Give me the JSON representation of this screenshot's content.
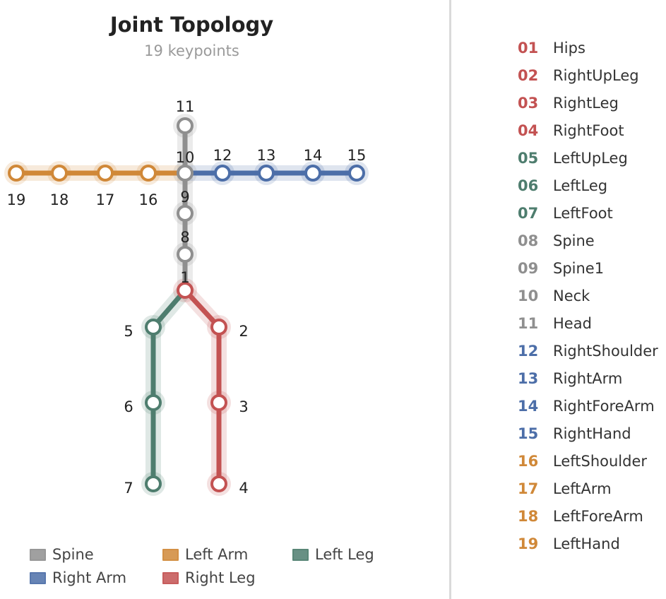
{
  "title": "Joint Topology",
  "subtitle": "19 keypoints",
  "colors": {
    "spine": "#8f8f8f",
    "left_arm": "#d08838",
    "left_leg": "#4e7d6e",
    "right_arm": "#4c6ea8",
    "right_leg": "#c35252"
  },
  "legend": [
    {
      "label": "Spine",
      "color": "#8f8f8f"
    },
    {
      "label": "Left Arm",
      "color": "#d08838"
    },
    {
      "label": "Left Leg",
      "color": "#4e7d6e"
    },
    {
      "label": "Right Arm",
      "color": "#4c6ea8"
    },
    {
      "label": "Right Leg",
      "color": "#c35252"
    }
  ],
  "groups": [
    {
      "key": "spine",
      "joints": [
        "1",
        "8",
        "9",
        "10",
        "11"
      ]
    },
    {
      "key": "right_arm",
      "joints": [
        "10",
        "12",
        "13",
        "14",
        "15"
      ]
    },
    {
      "key": "left_arm",
      "joints": [
        "10",
        "16",
        "17",
        "18",
        "19"
      ]
    },
    {
      "key": "right_leg",
      "joints": [
        "1",
        "2",
        "3",
        "4"
      ]
    },
    {
      "key": "left_leg",
      "joints": [
        "1",
        "5",
        "6",
        "7"
      ]
    }
  ],
  "joints": [
    {
      "id": "1",
      "group": "right_leg"
    },
    {
      "id": "2",
      "group": "right_leg"
    },
    {
      "id": "3",
      "group": "right_leg"
    },
    {
      "id": "4",
      "group": "right_leg"
    },
    {
      "id": "5",
      "group": "left_leg"
    },
    {
      "id": "6",
      "group": "left_leg"
    },
    {
      "id": "7",
      "group": "left_leg"
    },
    {
      "id": "8",
      "group": "spine"
    },
    {
      "id": "9",
      "group": "spine"
    },
    {
      "id": "10",
      "group": "spine"
    },
    {
      "id": "11",
      "group": "spine"
    },
    {
      "id": "12",
      "group": "right_arm"
    },
    {
      "id": "13",
      "group": "right_arm"
    },
    {
      "id": "14",
      "group": "right_arm"
    },
    {
      "id": "15",
      "group": "right_arm"
    },
    {
      "id": "16",
      "group": "left_arm"
    },
    {
      "id": "17",
      "group": "left_arm"
    },
    {
      "id": "18",
      "group": "left_arm"
    },
    {
      "id": "19",
      "group": "left_arm"
    }
  ],
  "joint_list": [
    {
      "num": "01",
      "name": "Hips",
      "group": "right_leg"
    },
    {
      "num": "02",
      "name": "RightUpLeg",
      "group": "right_leg"
    },
    {
      "num": "03",
      "name": "RightLeg",
      "group": "right_leg"
    },
    {
      "num": "04",
      "name": "RightFoot",
      "group": "right_leg"
    },
    {
      "num": "05",
      "name": "LeftUpLeg",
      "group": "left_leg"
    },
    {
      "num": "06",
      "name": "LeftLeg",
      "group": "left_leg"
    },
    {
      "num": "07",
      "name": "LeftFoot",
      "group": "left_leg"
    },
    {
      "num": "08",
      "name": "Spine",
      "group": "spine"
    },
    {
      "num": "09",
      "name": "Spine1",
      "group": "spine"
    },
    {
      "num": "10",
      "name": "Neck",
      "group": "spine"
    },
    {
      "num": "11",
      "name": "Head",
      "group": "spine"
    },
    {
      "num": "12",
      "name": "RightShoulder",
      "group": "right_arm"
    },
    {
      "num": "13",
      "name": "RightArm",
      "group": "right_arm"
    },
    {
      "num": "14",
      "name": "RightForeArm",
      "group": "right_arm"
    },
    {
      "num": "15",
      "name": "RightHand",
      "group": "right_arm"
    },
    {
      "num": "16",
      "name": "LeftShoulder",
      "group": "left_arm"
    },
    {
      "num": "17",
      "name": "LeftArm",
      "group": "left_arm"
    },
    {
      "num": "18",
      "name": "LeftForeArm",
      "group": "left_arm"
    },
    {
      "num": "19",
      "name": "LeftHand",
      "group": "left_arm"
    }
  ]
}
